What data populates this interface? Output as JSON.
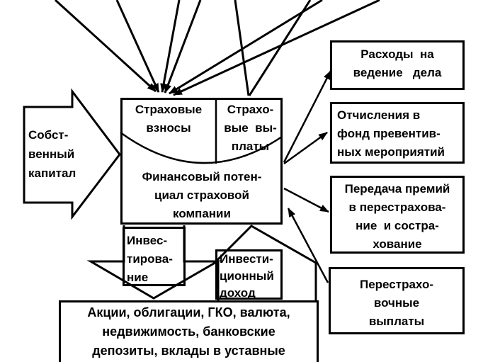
{
  "diagram_title": "Financial potential of an insurance company (flow diagram)",
  "colors": {
    "line": "#000000",
    "background": "#ffffff"
  },
  "left_arrow": {
    "label": "Собст-\nвенный\nкапитал"
  },
  "central_box": {
    "premiums": "Страховые\nвзносы",
    "payouts": "Страхо-\nвые  вы-\nплаты",
    "potential": "Финансовый потен-\nциал страховой\nкомпании"
  },
  "right_boxes": [
    {
      "label": "Расходы  на\nведение   дела"
    },
    {
      "label": "Отчисления в\nфонд превентив-\nных мероприятий"
    },
    {
      "label": "Передача премий\nв перестрахова-\nние  и состра-\nхование"
    },
    {
      "label": "Перестрахо-\nвочные\nвыплаты"
    }
  ],
  "down_arrow": {
    "label": "Инвес-\nтирова-\nние"
  },
  "up_arrow": {
    "label": "Инвести-\nционный\nдоход"
  },
  "bottom_box": {
    "label": "Акции, облигации, ГКО, валюта,\nнедвижимость, банковские\nдепозиты, вклады в уставные"
  }
}
